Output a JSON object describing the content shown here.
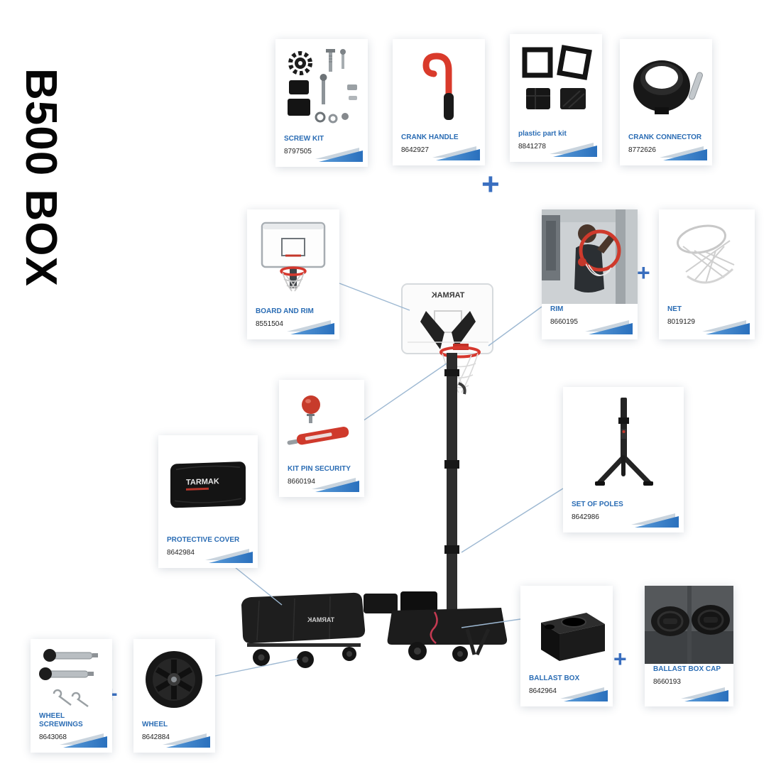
{
  "title": "B500 BOX",
  "brand": "TARMAK",
  "plus": "+",
  "cards": {
    "screw_kit": {
      "label": "SCREW KIT",
      "ref": "8797505"
    },
    "crank_handle": {
      "label": "CRANK HANDLE",
      "ref": "8642927"
    },
    "plastic_part_kit": {
      "label": "plastic part kit",
      "ref": "8841278"
    },
    "crank_connector": {
      "label": "CRANK CONNECTOR",
      "ref": "8772626"
    },
    "board_and_rim": {
      "label": "BOARD AND RIM",
      "ref": "8551504"
    },
    "rim": {
      "label": "RIM",
      "ref": "8660195"
    },
    "net": {
      "label": "NET",
      "ref": "8019129"
    },
    "kit_pin_security": {
      "label": "KIT PIN SECURITY",
      "ref": "8660194"
    },
    "set_of_poles": {
      "label": "SET OF POLES",
      "ref": "8642986"
    },
    "protective_cover": {
      "label": "PROTECTIVE COVER",
      "ref": "8642984"
    },
    "ballast_box": {
      "label": "BALLAST BOX",
      "ref": "8642964"
    },
    "ballast_box_cap": {
      "label": "BALLAST BOX CAP",
      "ref": "8660193"
    },
    "wheel_screwings": {
      "label": "WHEEL SCREWINGS",
      "ref": "8643068"
    },
    "wheel": {
      "label": "WHEEL",
      "ref": "8642884"
    }
  },
  "colors": {
    "accent_blue": "#2a6cb4",
    "corner_blue": "#2f7ec9",
    "connector_line": "#9db8d2",
    "rim_red": "#d6382e"
  }
}
